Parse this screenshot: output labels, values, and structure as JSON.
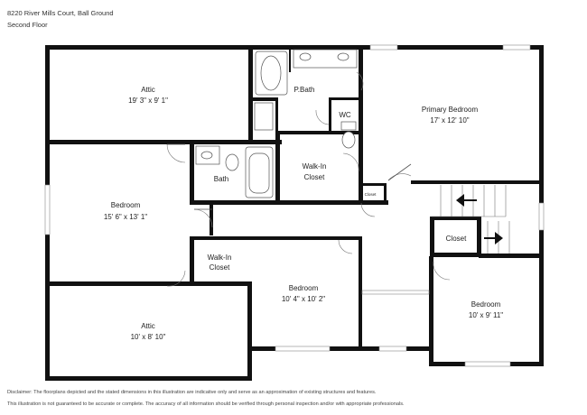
{
  "header": {
    "address": "8220 River Mills Court, Ball Ground",
    "floor": "Second Floor"
  },
  "rooms": {
    "attic_top": {
      "name": "Attic",
      "dims": "19' 3\" x 9' 1\""
    },
    "pbath": {
      "name": "P.Bath"
    },
    "wc": {
      "name": "WC"
    },
    "primary_bedroom": {
      "name": "Primary Bedroom",
      "dims": "17' x 12' 10\""
    },
    "bedroom_left": {
      "name": "Bedroom",
      "dims": "15' 6\" x 13' 1\""
    },
    "bath": {
      "name": "Bath"
    },
    "walkin_top": {
      "name": "Walk-In",
      "name2": "Closet"
    },
    "small_closet": {
      "name": "Closet"
    },
    "stair_closet": {
      "name": "Closet"
    },
    "walkin_bottom": {
      "name": "Walk-In",
      "name2": "Closet"
    },
    "bedroom_center": {
      "name": "Bedroom",
      "dims": "10' 4\" x 10' 2\""
    },
    "attic_bottom": {
      "name": "Attic",
      "dims": "10' x 8' 10\""
    },
    "bedroom_right": {
      "name": "Bedroom",
      "dims": "10' x 9' 11\""
    }
  },
  "disclaimer": {
    "line1": "Disclaimer: The floorplans depicted and the stated dimensions in this illustration are indicative only and serve as an approximation of existing structures and features.",
    "line2": "This illustration is not guaranteed to be accurate or complete. The accuracy of all information should be verified through personal inspection and/or with appropriate professionals."
  },
  "colors": {
    "wall": "#111111",
    "background": "#ffffff"
  },
  "icons": [
    "arrow-left-icon",
    "arrow-right-icon"
  ]
}
